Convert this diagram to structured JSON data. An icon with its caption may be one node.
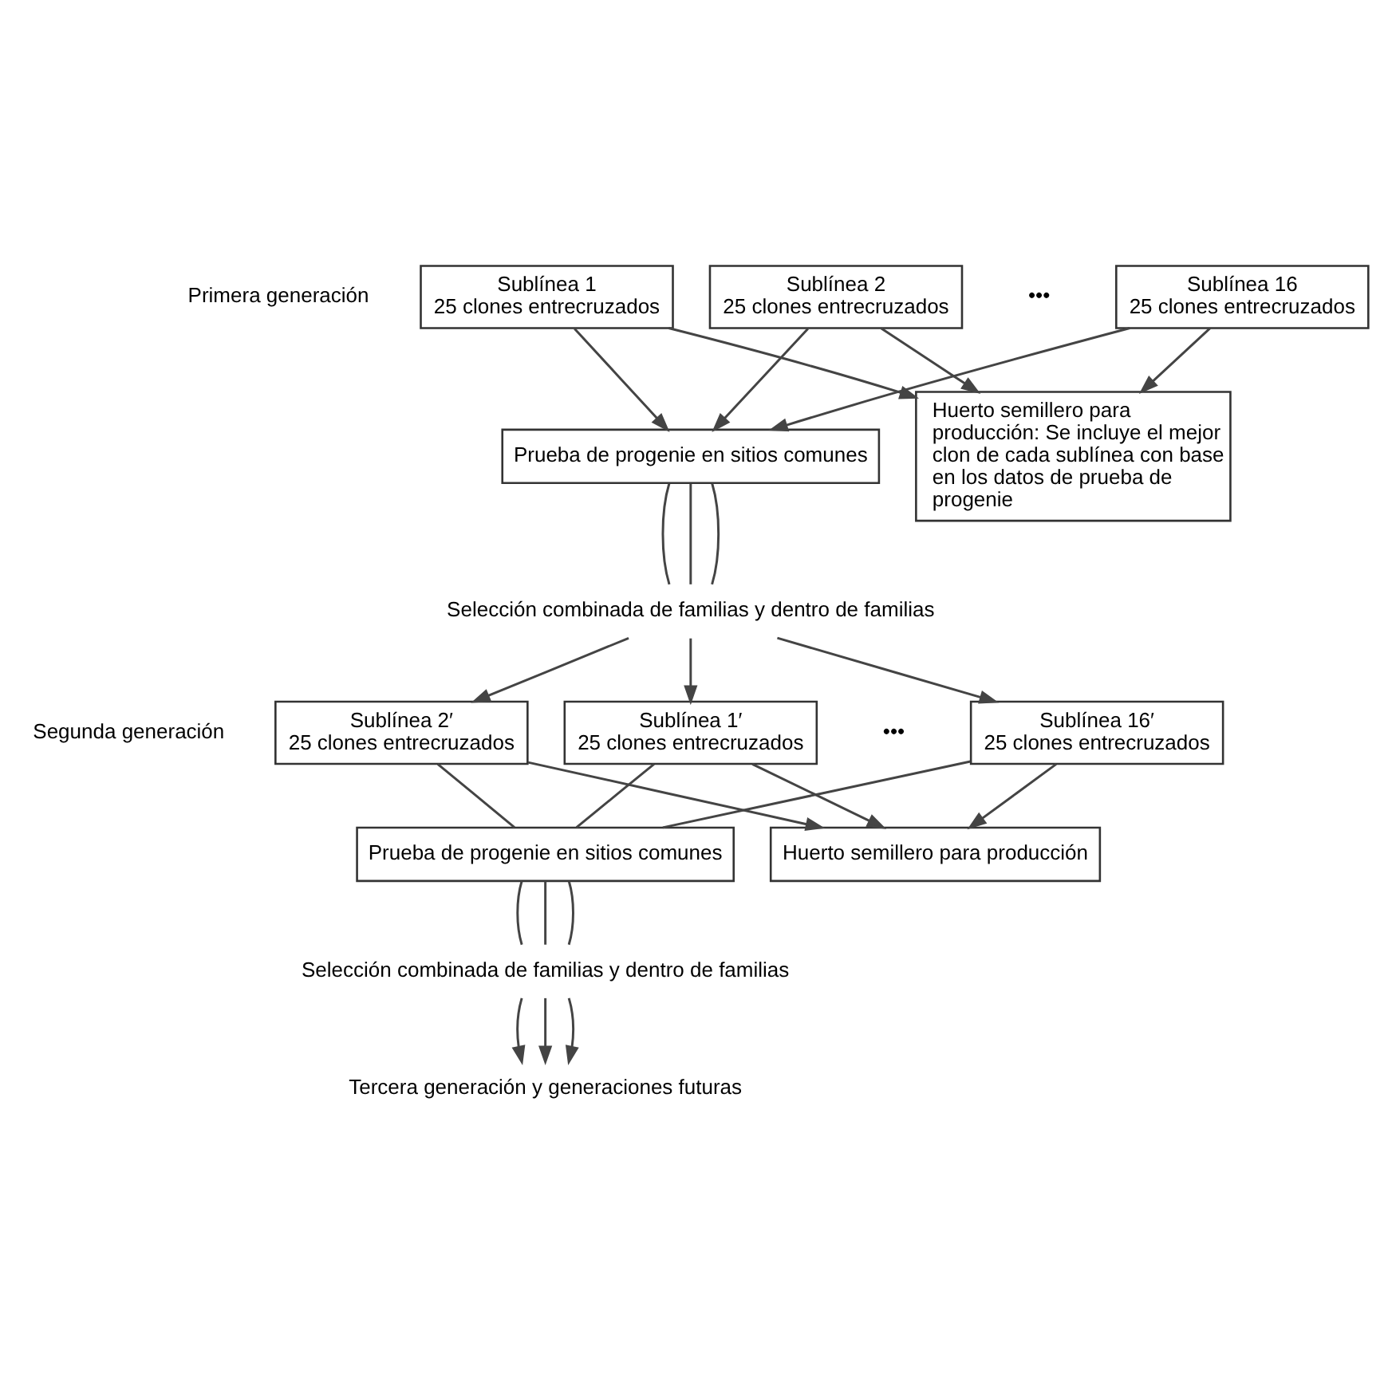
{
  "diagram": {
    "nodes": [
      {
        "text": [
          "Sublínea 1",
          "25 clones entrecruzados"
        ]
      },
      {
        "text": [
          "Sublínea 2",
          "25 clones entrecruzados"
        ]
      },
      {
        "text": [
          "Sublínea 16",
          "25 clones entrecruzados"
        ]
      },
      {
        "text": [
          "Prueba de progenie en sitios comunes"
        ]
      },
      {
        "text": [
          "Huerto semillero para producción: Se incluye el mejor clon de cada sublínea con base en los datos de prueba de progenie"
        ]
      },
      {
        "text": [
          "Selección combinada de familias y dentro de familias"
        ]
      },
      {
        "text": [
          "Sublínea 1′",
          "25 clones entrecruzados"
        ]
      },
      {
        "text": [
          "Sublínea 2′",
          "25 clones entrecruzados"
        ]
      },
      {
        "text": [
          "Sublínea 16′",
          "25 clones entrecruzados"
        ]
      },
      {
        "text": [
          "Prueba de progenie en sitios comunes"
        ]
      },
      {
        "text": [
          "Huerto semillero para producción"
        ]
      },
      {
        "text": [
          "Selección combinada de familias y dentro de familias"
        ]
      },
      {
        "text": [
          "Tercera generación y generaciones futuras"
        ]
      }
    ],
    "edges": [
      {
        "from": 0,
        "to": 3,
        "arrow": "to"
      },
      {
        "from": 1,
        "to": 3,
        "arrow": "to"
      },
      {
        "from": 2,
        "to": 3,
        "arrow": "to"
      },
      {
        "from": 0,
        "to": 4,
        "arrow": "to"
      },
      {
        "from": 1,
        "to": 4,
        "arrow": "to"
      },
      {
        "from": 2,
        "to": 4,
        "arrow": "to"
      },
      {
        "from": 3,
        "to": 5,
        "arrow": "none"
      },
      {
        "from": 3,
        "to": 5,
        "arrow": "none"
      },
      {
        "from": 3,
        "to": 5,
        "arrow": "none"
      },
      {
        "from": 5,
        "to": 6,
        "arrow": "to"
      },
      {
        "from": 5,
        "to": 7,
        "arrow": "to"
      },
      {
        "from": 5,
        "to": 8,
        "arrow": "to"
      },
      {
        "from": 6,
        "to": 9,
        "arrow": "none"
      },
      {
        "from": 7,
        "to": 9,
        "arrow": "none"
      },
      {
        "from": 8,
        "to": 9,
        "arrow": "none"
      },
      {
        "from": 6,
        "to": 10,
        "arrow": "to"
      },
      {
        "from": 7,
        "to": 10,
        "arrow": "to"
      },
      {
        "from": 8,
        "to": 10,
        "arrow": "to"
      },
      {
        "from": 9,
        "to": 11,
        "arrow": "none"
      },
      {
        "from": 9,
        "to": 11,
        "arrow": "none"
      },
      {
        "from": 9,
        "to": 11,
        "arrow": "none"
      },
      {
        "from": 11,
        "to": 12,
        "arrow": "to"
      },
      {
        "from": 11,
        "to": 12,
        "arrow": "to"
      },
      {
        "from": 11,
        "to": 12,
        "arrow": "to"
      }
    ],
    "labels": [
      "•••",
      "Primera generación",
      "•••",
      "Segunda generación"
    ]
  }
}
